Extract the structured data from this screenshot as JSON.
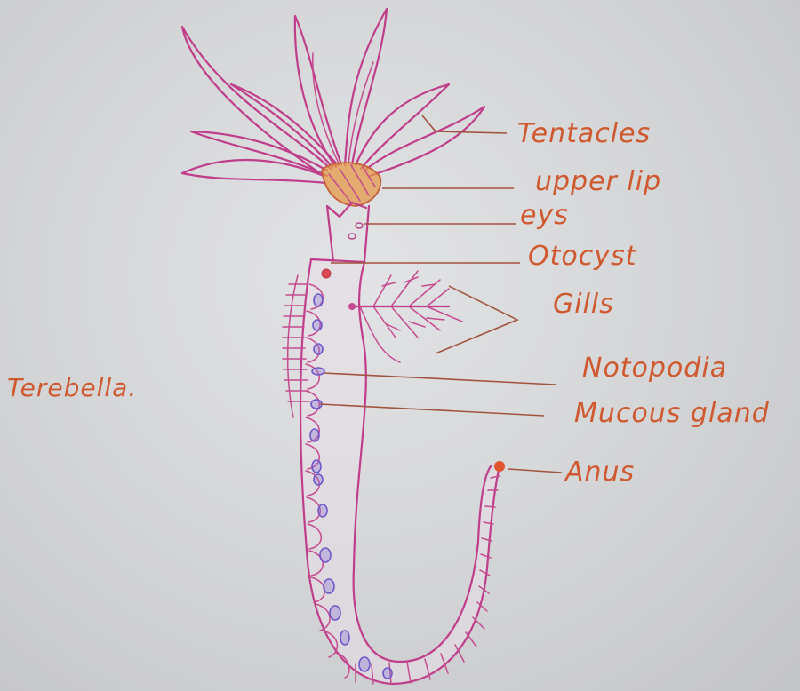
{
  "diagram": {
    "title": "Terebella.",
    "labels": {
      "tentacles": "Tentacles",
      "upper_lip": "upper lip",
      "eyes": "eys",
      "otocyst": "Otocyst",
      "gills": "Gills",
      "notopodia": "Notopodia",
      "mucous_gland": "Mucous gland",
      "anus": "Anus"
    }
  },
  "colors": {
    "paper": "#d6d7d9",
    "label_ink": "#d0582e",
    "body_ink": "#bf3d8a",
    "gland_ink": "#6f57c8",
    "upper_lip_fill": "#e59a4a",
    "anus_dot": "#e0542e"
  }
}
